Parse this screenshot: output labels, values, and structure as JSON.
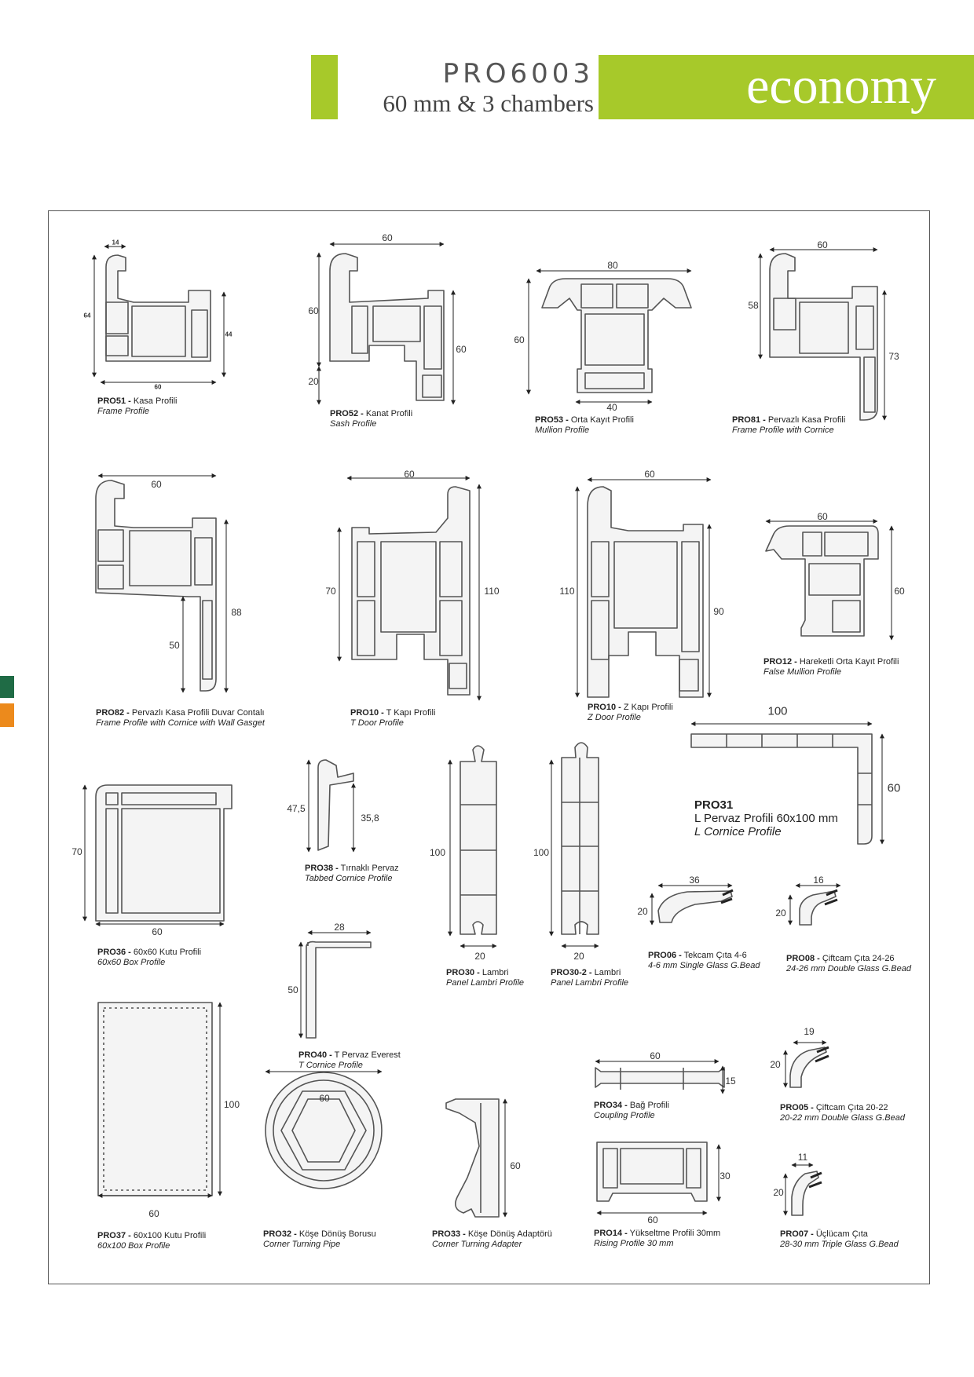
{
  "header": {
    "model": "PRO6003",
    "subtitle": "60 mm & 3 chambers",
    "series": "economy"
  },
  "colors": {
    "brand_green": "#a7c92a",
    "tab_green": "#1f6b45",
    "tab_orange": "#ec8a1c"
  },
  "profiles": {
    "pro51": {
      "code": "PRO51 -",
      "name": " Kasa Profili",
      "en": "Frame Profile"
    },
    "pro52": {
      "code": "PRO52 -",
      "name": " Kanat Profili",
      "en": "Sash Profile"
    },
    "pro53": {
      "code": "PRO53 -",
      "name": " Orta Kayıt Profili",
      "en": "Mullion Profile"
    },
    "pro81": {
      "code": "PRO81 -",
      "name": " Pervazlı Kasa Profili",
      "en": "Frame Profile with Cornice"
    },
    "pro82": {
      "code": "PRO82 -",
      "name": " Pervazlı Kasa Profili Duvar Contalı",
      "en": "Frame Profile with Cornice with Wall Gasget"
    },
    "pro10t": {
      "code": "PRO10 -",
      "name": " T Kapı Profili",
      "en": "T Door Profile"
    },
    "pro10z": {
      "code": "PRO10 -",
      "name": " Z Kapı Profili",
      "en": "Z Door Profile"
    },
    "pro12": {
      "code": "PRO12 -",
      "name": " Hareketli Orta Kayıt Profili",
      "en": "False Mullion Profile"
    },
    "pro31": {
      "code": "PRO31",
      "name": "L Pervaz Profili 60x100 mm",
      "en": "L Cornice Profile"
    },
    "pro36": {
      "code": "PRO36 -",
      "name": " 60x60 Kutu Profili",
      "en": "60x60 Box Profile"
    },
    "pro38": {
      "code": "PRO38 -",
      "name": " Tırnaklı Pervaz",
      "en": "Tabbed Cornice Profile"
    },
    "pro30": {
      "code": "PRO30 -",
      "name": " Lambri",
      "en": "Panel Lambri Profile"
    },
    "pro30_2": {
      "code": "PRO30-2 -",
      "name": " Lambri",
      "en": "Panel Lambri Profile"
    },
    "pro06": {
      "code": "PRO06 -",
      "name": " Tekcam Çıta 4-6",
      "en": "4-6 mm Single Glass G.Bead"
    },
    "pro08": {
      "code": "PRO08 -",
      "name": " Çiftcam Çıta 24-26",
      "en": "24-26 mm Double Glass G.Bead"
    },
    "pro40": {
      "code": "PRO40 -",
      "name": " T Pervaz Everest",
      "en": "T Cornice Profile"
    },
    "pro34": {
      "code": "PRO34 -",
      "name": " Bağ Profili",
      "en": "Coupling Profile"
    },
    "pro05": {
      "code": "PRO05 -",
      "name": " Çiftcam Çıta 20-22",
      "en": "20-22 mm Double Glass G.Bead"
    },
    "pro37": {
      "code": "PRO37 -",
      "name": " 60x100 Kutu Profili",
      "en": "60x100 Box Profile"
    },
    "pro32": {
      "code": "PRO32 -",
      "name": " Köşe Dönüş Borusu",
      "en": "Corner Turning Pipe"
    },
    "pro33": {
      "code": "PRO33 -",
      "name": " Köşe Dönüş Adaptörü",
      "en": "Corner Turning Adapter"
    },
    "pro14": {
      "code": "PRO14 -",
      "name": " Yükseltme Profili 30mm",
      "en": "Rising Profile 30 mm"
    },
    "pro07": {
      "code": "PRO07 -",
      "name": " Üçlücam Çıta",
      "en": "28-30 mm Triple Glass G.Bead"
    }
  },
  "dims": {
    "pro51": [
      "14",
      "64",
      "44",
      "60"
    ],
    "pro52": [
      "60",
      "60",
      "60",
      "20"
    ],
    "pro53": [
      "80",
      "60",
      "40"
    ],
    "pro81": [
      "60",
      "58",
      "73"
    ],
    "pro82": [
      "60",
      "88",
      "50"
    ],
    "pro10t": [
      "60",
      "70",
      "110"
    ],
    "pro10z": [
      "60",
      "110",
      "90"
    ],
    "pro12": [
      "60",
      "60"
    ],
    "pro31": [
      "100",
      "60"
    ],
    "pro36": [
      "70",
      "60"
    ],
    "pro38": [
      "47,5",
      "35,8"
    ],
    "pro30": [
      "100",
      "20"
    ],
    "pro30_2": [
      "100",
      "20"
    ],
    "pro06": [
      "36",
      "20"
    ],
    "pro08": [
      "16",
      "20"
    ],
    "pro40": [
      "28",
      "50"
    ],
    "pro34": [
      "60",
      "15"
    ],
    "pro05": [
      "19",
      "20"
    ],
    "pro37": [
      "100",
      "60"
    ],
    "pro32": [
      "60"
    ],
    "pro33": [
      "60"
    ],
    "pro14": [
      "30",
      "60"
    ],
    "pro07": [
      "11",
      "20"
    ]
  }
}
